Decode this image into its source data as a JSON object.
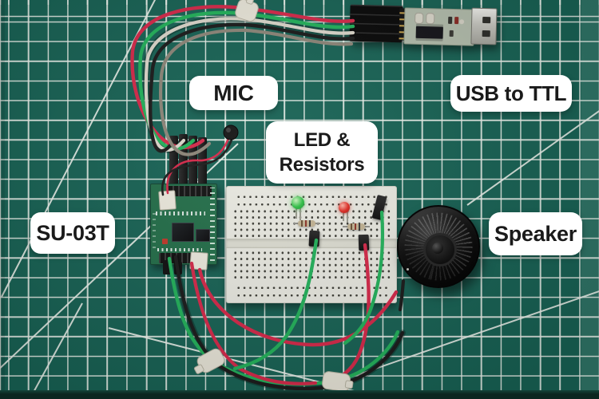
{
  "labels": {
    "mic": "MIC",
    "usb_to_ttl": "USB to TTL",
    "led_resistors_line1": "LED &",
    "led_resistors_line2": "Resistors",
    "su03t": "SU-03T",
    "speaker": "Speaker"
  },
  "components": [
    "electret microphone",
    "SU-03T voice module",
    "USB to TTL serial converter",
    "breadboard",
    "green LED",
    "red LED",
    "resistors",
    "round speaker",
    "jumper wires red green black white gray",
    "white cable clips",
    "green cutting mat with white grid"
  ],
  "colors": {
    "mat_green": "#186355",
    "mat_edge": "#0b2620",
    "grid_line": "#edf2ec",
    "label_bg": "#ffffff",
    "label_text": "#1a1a1a",
    "wire_red": "#d6294a",
    "wire_green": "#23b25b",
    "wire_black": "#1b1b1b",
    "wire_white": "#ddd8cc",
    "wire_gray": "#8d8679",
    "pcb_green": "#236e49",
    "usb_pcb": "#b5bfae",
    "usb_metal": "#d5d5cf",
    "breadboard": "#e9e9e1",
    "led_green": "#2fbf45",
    "led_red": "#e02a22",
    "speaker_black": "#0a0a0a",
    "clip_white": "#eae7da"
  }
}
